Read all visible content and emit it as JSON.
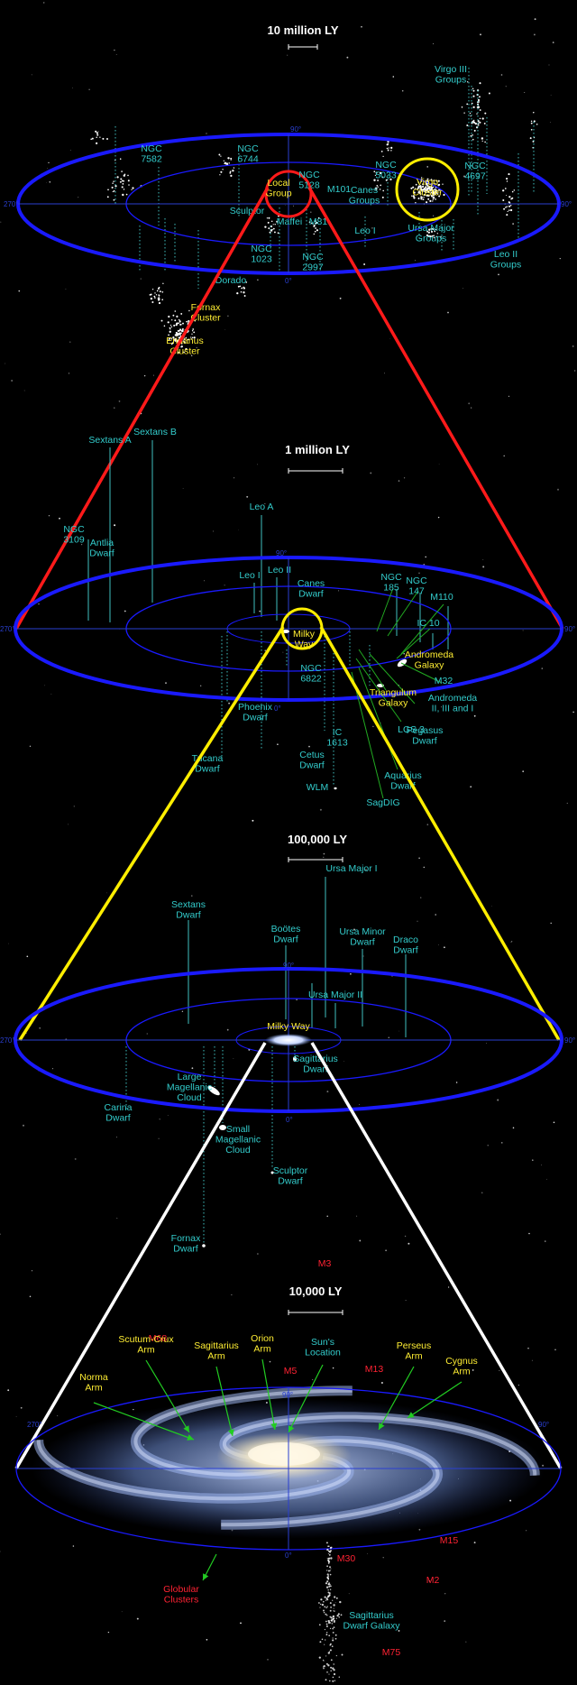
{
  "colors": {
    "background": "#000000",
    "ring": "#1a1aff",
    "axis": "#2a3fd0",
    "cyan_label": "#33cccc",
    "yellow_label": "#ffee33",
    "red_label": "#ff2233",
    "cone_red": "#ff1a1a",
    "cone_yellow": "#ffee00",
    "cone_white": "#ffffff",
    "pointer_green": "#22cc22"
  },
  "panels": [
    {
      "title": "10 million LY",
      "degrees": {
        "top": "90°",
        "left": "270°",
        "right": "90°",
        "bottom": "0°"
      },
      "labels": [
        {
          "key": "ngc7582",
          "lines": [
            "NGC",
            "7582"
          ],
          "color": "cyan"
        },
        {
          "key": "ngc6744",
          "lines": [
            "NGC",
            "6744"
          ],
          "color": "cyan"
        },
        {
          "key": "local_group",
          "lines": [
            "Local",
            "Group"
          ],
          "color": "yellow"
        },
        {
          "key": "ngc5128",
          "lines": [
            "NGC",
            "5128"
          ],
          "color": "cyan"
        },
        {
          "key": "m101",
          "lines": [
            "M101"
          ],
          "color": "cyan"
        },
        {
          "key": "canes_groups",
          "lines": [
            "Canes",
            "Groups"
          ],
          "color": "cyan"
        },
        {
          "key": "ngc5033",
          "lines": [
            "NGC",
            "5033"
          ],
          "color": "cyan"
        },
        {
          "key": "virgo_cluster",
          "lines": [
            "Virgo",
            "Cluster"
          ],
          "color": "yellow"
        },
        {
          "key": "ngc4697",
          "lines": [
            "NGC",
            "4697"
          ],
          "color": "cyan"
        },
        {
          "key": "virgo_iii",
          "lines": [
            "Virgo III",
            "Groups"
          ],
          "color": "cyan"
        },
        {
          "key": "sculptor",
          "lines": [
            "Sculptor"
          ],
          "color": "cyan"
        },
        {
          "key": "maffei",
          "lines": [
            "Maffei"
          ],
          "color": "cyan"
        },
        {
          "key": "m81",
          "lines": [
            "M81"
          ],
          "color": "cyan"
        },
        {
          "key": "leo_i_group",
          "lines": [
            "Leo I"
          ],
          "color": "cyan"
        },
        {
          "key": "ursa_major_groups",
          "lines": [
            "Ursa Major",
            "Groups"
          ],
          "color": "cyan"
        },
        {
          "key": "ngc1023",
          "lines": [
            "NGC",
            "1023"
          ],
          "color": "cyan"
        },
        {
          "key": "ngc2997",
          "lines": [
            "NGC",
            "2997"
          ],
          "color": "cyan"
        },
        {
          "key": "dorado",
          "lines": [
            "Dorado"
          ],
          "color": "cyan"
        },
        {
          "key": "leo_ii_groups",
          "lines": [
            "Leo II",
            "Groups"
          ],
          "color": "cyan"
        },
        {
          "key": "fornax_cluster",
          "lines": [
            "Fornax",
            "Cluster"
          ],
          "color": "yellow"
        },
        {
          "key": "eridanus_cluster",
          "lines": [
            "Eridanus",
            "Cluster"
          ],
          "color": "yellow"
        }
      ]
    },
    {
      "title": "1 million LY",
      "degrees": {
        "top": "90°",
        "left": "270°",
        "right": "90°",
        "bottom": "0°"
      },
      "labels": [
        {
          "key": "sextans_a",
          "lines": [
            "Sextans A"
          ],
          "color": "cyan"
        },
        {
          "key": "sextans_b",
          "lines": [
            "Sextans B"
          ],
          "color": "cyan"
        },
        {
          "key": "ngc3109",
          "lines": [
            "NGC",
            "3109"
          ],
          "color": "cyan"
        },
        {
          "key": "antlia",
          "lines": [
            "Antlia",
            "Dwarf"
          ],
          "color": "cyan"
        },
        {
          "key": "leo_a",
          "lines": [
            "Leo A"
          ],
          "color": "cyan"
        },
        {
          "key": "leo_i",
          "lines": [
            "Leo I"
          ],
          "color": "cyan"
        },
        {
          "key": "leo_ii",
          "lines": [
            "Leo II"
          ],
          "color": "cyan"
        },
        {
          "key": "canes_dwarf",
          "lines": [
            "Canes",
            "Dwarf"
          ],
          "color": "cyan"
        },
        {
          "key": "ngc185",
          "lines": [
            "NGC",
            "185"
          ],
          "color": "cyan"
        },
        {
          "key": "ngc147",
          "lines": [
            "NGC",
            "147"
          ],
          "color": "cyan"
        },
        {
          "key": "m110",
          "lines": [
            "M110"
          ],
          "color": "cyan"
        },
        {
          "key": "ic10",
          "lines": [
            "IC 10"
          ],
          "color": "cyan"
        },
        {
          "key": "milky_way",
          "lines": [
            "Milky",
            "Way"
          ],
          "color": "yellow"
        },
        {
          "key": "andromeda",
          "lines": [
            "Andromeda",
            "Galaxy"
          ],
          "color": "yellow"
        },
        {
          "key": "m32",
          "lines": [
            "M32"
          ],
          "color": "cyan"
        },
        {
          "key": "ngc6822",
          "lines": [
            "NGC",
            "6822"
          ],
          "color": "cyan"
        },
        {
          "key": "triangulum",
          "lines": [
            "Triangulum",
            "Galaxy"
          ],
          "color": "yellow"
        },
        {
          "key": "andromeda_123",
          "lines": [
            "Andromeda",
            "II, III and I"
          ],
          "color": "cyan"
        },
        {
          "key": "phoenix",
          "lines": [
            "Phoenix",
            "Dwarf"
          ],
          "color": "cyan"
        },
        {
          "key": "pegasus",
          "lines": [
            "Pegasus",
            "Dwarf"
          ],
          "color": "cyan"
        },
        {
          "key": "lgs3",
          "lines": [
            "LGS 3"
          ],
          "color": "cyan"
        },
        {
          "key": "tucana",
          "lines": [
            "Tucana",
            "Dwarf"
          ],
          "color": "cyan"
        },
        {
          "key": "ic1613",
          "lines": [
            "IC",
            "1613"
          ],
          "color": "cyan"
        },
        {
          "key": "cetus",
          "lines": [
            "Cetus",
            "Dwarf"
          ],
          "color": "cyan"
        },
        {
          "key": "aquarius",
          "lines": [
            "Aquarius",
            "Dwarf"
          ],
          "color": "cyan"
        },
        {
          "key": "wlm",
          "lines": [
            "WLM"
          ],
          "color": "cyan"
        },
        {
          "key": "sagdig",
          "lines": [
            "SagDIG"
          ],
          "color": "cyan"
        }
      ]
    },
    {
      "title": "100,000 LY",
      "degrees": {
        "top": "90°",
        "left": "270°",
        "right": "90°",
        "bottom": "0°"
      },
      "labels": [
        {
          "key": "ursa_major_i",
          "lines": [
            "Ursa Major I"
          ],
          "color": "cyan"
        },
        {
          "key": "sextans_dwarf",
          "lines": [
            "Sextans",
            "Dwarf"
          ],
          "color": "cyan"
        },
        {
          "key": "bootes",
          "lines": [
            "Boötes",
            "Dwarf"
          ],
          "color": "cyan"
        },
        {
          "key": "ursa_minor",
          "lines": [
            "Ursa Minor",
            "Dwarf"
          ],
          "color": "cyan"
        },
        {
          "key": "draco",
          "lines": [
            "Draco",
            "Dwarf"
          ],
          "color": "cyan"
        },
        {
          "key": "ursa_major_ii",
          "lines": [
            "Ursa Major II"
          ],
          "color": "cyan"
        },
        {
          "key": "milky_way_2",
          "lines": [
            "Milky Way"
          ],
          "color": "yellow"
        },
        {
          "key": "sagittarius_dwarf",
          "lines": [
            "Sagittarius",
            "Dwarf"
          ],
          "color": "cyan"
        },
        {
          "key": "lmc",
          "lines": [
            "Large",
            "Magellanic",
            "Cloud"
          ],
          "color": "cyan"
        },
        {
          "key": "carina",
          "lines": [
            "Carina",
            "Dwarf"
          ],
          "color": "cyan"
        },
        {
          "key": "smc",
          "lines": [
            "Small",
            "Magellanic",
            "Cloud"
          ],
          "color": "cyan"
        },
        {
          "key": "sculptor_dwarf",
          "lines": [
            "Sculptor",
            "Dwarf"
          ],
          "color": "cyan"
        },
        {
          "key": "fornax_dwarf",
          "lines": [
            "Fornax",
            "Dwarf"
          ],
          "color": "cyan"
        }
      ]
    },
    {
      "title": "10,000 LY",
      "degrees": {
        "top": "90°",
        "left": "270°",
        "right": "90°",
        "bottom": "0°"
      },
      "labels": [
        {
          "key": "m3",
          "lines": [
            "M3"
          ],
          "color": "red"
        },
        {
          "key": "m68",
          "lines": [
            "M68"
          ],
          "color": "red"
        },
        {
          "key": "norma",
          "lines": [
            "Norma",
            "Arm"
          ],
          "color": "yellow"
        },
        {
          "key": "scutum",
          "lines": [
            "Scutum-Crux",
            "Arm"
          ],
          "color": "yellow"
        },
        {
          "key": "sagittarius_arm",
          "lines": [
            "Sagittarius",
            "Arm"
          ],
          "color": "yellow"
        },
        {
          "key": "orion_arm",
          "lines": [
            "Orion",
            "Arm"
          ],
          "color": "yellow"
        },
        {
          "key": "suns_location",
          "lines": [
            "Sun's",
            "Location"
          ],
          "color": "cyan"
        },
        {
          "key": "m5",
          "lines": [
            "M5"
          ],
          "color": "red"
        },
        {
          "key": "m13",
          "lines": [
            "M13"
          ],
          "color": "red"
        },
        {
          "key": "perseus_arm",
          "lines": [
            "Perseus",
            "Arm"
          ],
          "color": "yellow"
        },
        {
          "key": "cygnus_arm",
          "lines": [
            "Cygnus",
            "Arm"
          ],
          "color": "yellow"
        },
        {
          "key": "m15",
          "lines": [
            "M15"
          ],
          "color": "red"
        },
        {
          "key": "m30",
          "lines": [
            "M30"
          ],
          "color": "red"
        },
        {
          "key": "m2",
          "lines": [
            "M2"
          ],
          "color": "red"
        },
        {
          "key": "globular",
          "lines": [
            "Globular",
            "Clusters"
          ],
          "color": "red"
        },
        {
          "key": "sagittarius_dwarf_galaxy",
          "lines": [
            "Sagittarius",
            "Dwarf Galaxy"
          ],
          "color": "cyan"
        },
        {
          "key": "m75",
          "lines": [
            "M75"
          ],
          "color": "red"
        }
      ]
    }
  ]
}
